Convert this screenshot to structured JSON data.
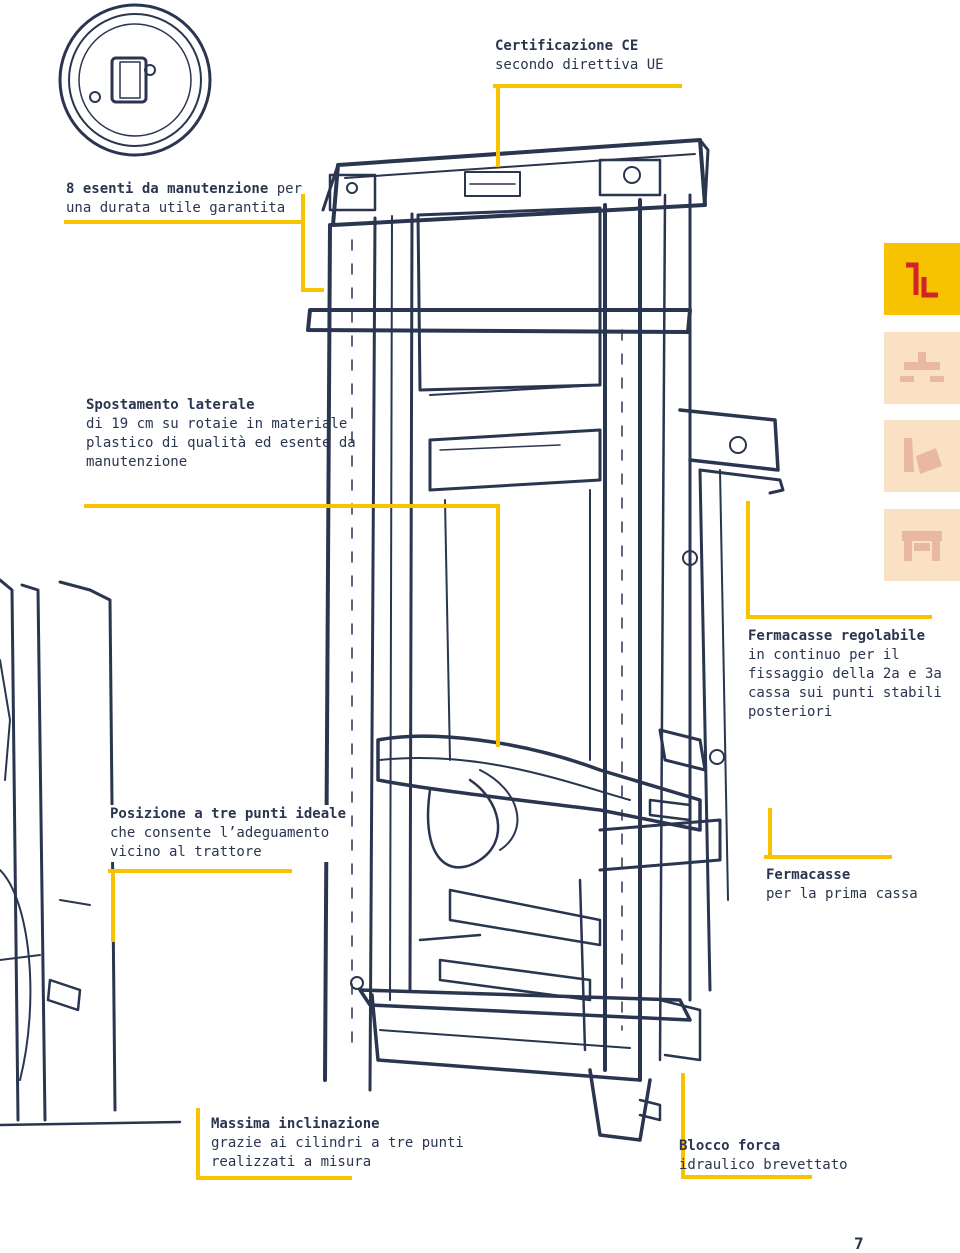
{
  "callouts": {
    "certification": {
      "title": "Certificazione CE",
      "line1": "secondo direttiva UE"
    },
    "wheels": {
      "title": "8 esenti da manutenzione",
      "title_suffix": " per",
      "line1": "una durata utile garantita"
    },
    "lateral": {
      "title": "Spostamento laterale",
      "line1": "di 19 cm su rotaie in materiale",
      "line2": "plastico di qualità ed esente da",
      "line3": "manutenzione"
    },
    "adjustable_stops": {
      "title": "Fermacasse regolabile",
      "line1": "in continuo per il",
      "line2": "fissaggio della 2a e 3a",
      "line3": "cassa sui punti stabili",
      "line4": "posteriori"
    },
    "three_point": {
      "title": "Posizione a tre punti ideale",
      "line1": "che consente l’adeguamento",
      "line2": "vicino al trattore"
    },
    "first_stop": {
      "title": "Fermacasse",
      "line1": "per la prima cassa"
    },
    "tilt": {
      "title": "Massima inclinazione",
      "line1": "grazie ai cilindri a tre punti",
      "line2": "realizzati a misura"
    },
    "lock": {
      "title": "Blocco forca",
      "line1": "idraulico brevettato"
    }
  },
  "side_tabs": [
    {
      "icon": "1l-logo-icon",
      "label": "1L",
      "color": "#f7c200",
      "active": true
    },
    {
      "icon": "platform-icon",
      "color": "#fbe1c4",
      "active": false
    },
    {
      "icon": "tipper-icon",
      "color": "#fbe1c4",
      "active": false
    },
    {
      "icon": "clamp-icon",
      "color": "#fbe1c4",
      "active": false
    }
  ],
  "colors": {
    "accent": "#f7c200",
    "text": "#2a3550",
    "tab_light": "#fbe1c4",
    "tab_mark": "#e8b9a0",
    "logo_red": "#d2232a"
  },
  "page_number": "7"
}
